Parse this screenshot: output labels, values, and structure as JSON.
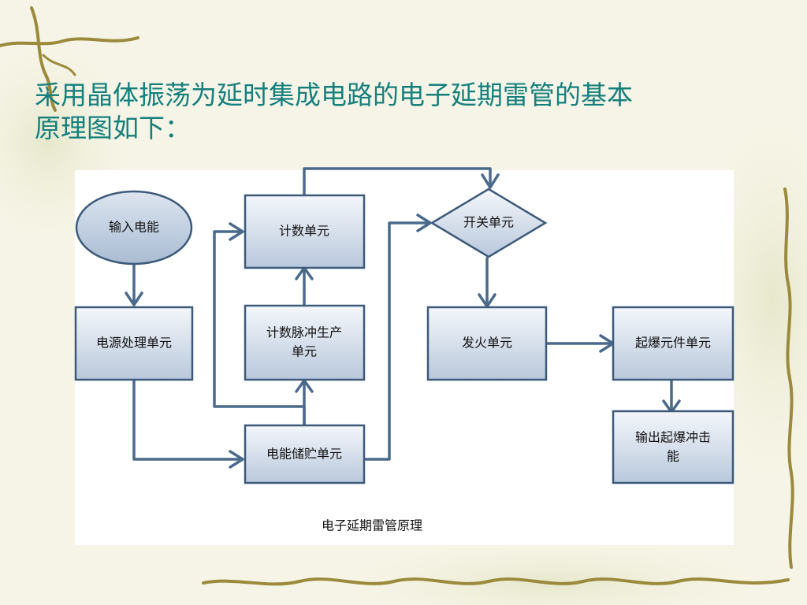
{
  "slide": {
    "title_line1": "采用晶体振荡为延时集成电路的电子延期雷管的基本",
    "title_line2": "原理图如下："
  },
  "diagram": {
    "input_energy": "输入电能",
    "power_processing": "电源处理单元",
    "counter": "计数单元",
    "pulse_gen_line1": "计数脉冲生产",
    "pulse_gen_line2": "单元",
    "energy_storage": "电能储贮单元",
    "switch": "开关单元",
    "firing": "发火单元",
    "initiator": "起爆元件单元",
    "output_line1": "输出起爆冲击",
    "output_line2": "能",
    "caption": "电子延期雷管原理"
  },
  "colors": {
    "title": "#14807e",
    "node_border": "#3d5a7a",
    "arrow": "#4a6a8c",
    "node_fill_top": "#f4f7fb",
    "node_fill_bottom": "#b9c8dc"
  }
}
